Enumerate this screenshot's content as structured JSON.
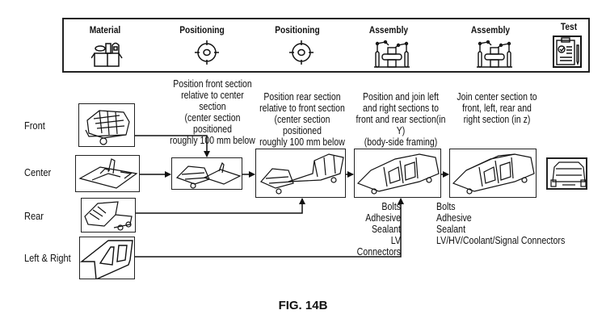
{
  "header": {
    "stages": [
      {
        "label": "Material",
        "icon": "material-box-icon"
      },
      {
        "label": "Positioning",
        "icon": "crosshair-target-icon"
      },
      {
        "label": "Positioning",
        "icon": "crosshair-target-icon"
      },
      {
        "label": "Assembly",
        "icon": "robot-assembly-icon"
      },
      {
        "label": "Assembly",
        "icon": "robot-assembly-icon"
      },
      {
        "label": "Test",
        "icon": "clipboard-checklist-icon"
      }
    ]
  },
  "rows": [
    {
      "label": "Front"
    },
    {
      "label": "Center"
    },
    {
      "label": "Rear"
    },
    {
      "label": "Left & Right"
    }
  ],
  "steps": [
    {
      "description": [
        "Position front section",
        "relative to center section",
        "(center section positioned",
        "roughly 100 mm below"
      ]
    },
    {
      "description": [
        "Position rear section",
        "relative to front section",
        "(center section positioned",
        "roughly 100 mm below"
      ]
    },
    {
      "description": [
        "Position and join left",
        "and right sections to",
        "front and rear section(in Y)",
        "(body-side framing)"
      ],
      "joining": [
        "Bolts",
        "Adhesive",
        "Sealant",
        "LV Connectors"
      ]
    },
    {
      "description": [
        "Join center section to",
        "front, left, rear and",
        "right section (in z)"
      ],
      "joining": [
        "Bolts",
        "Adhesive",
        "Sealant",
        "LV/HV/Coolant/Signal Connectors"
      ]
    }
  ],
  "caption": "FIG. 14B"
}
